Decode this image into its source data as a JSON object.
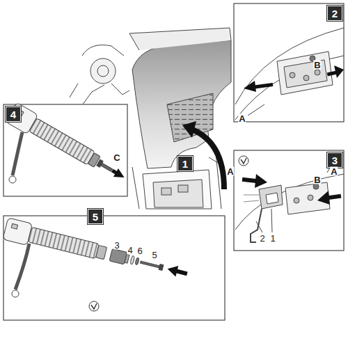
{
  "diagram": {
    "nodes": [
      {
        "text": [
          "1"
        ]
      },
      {
        "text": [
          "2"
        ]
      },
      {
        "text": [
          "3"
        ]
      },
      {
        "text": [
          "4"
        ]
      },
      {
        "text": [
          "5"
        ]
      }
    ],
    "labels": [
      "B",
      "A",
      "A",
      "B",
      "A",
      "2",
      "1",
      "C",
      "3",
      "4",
      "6",
      "5"
    ]
  }
}
